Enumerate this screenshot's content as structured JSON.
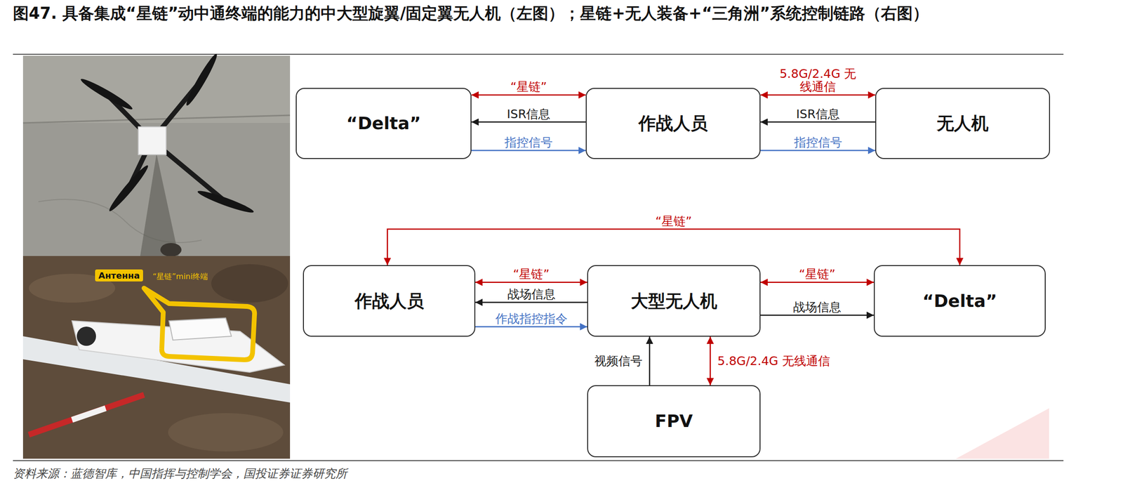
{
  "diagram": {
    "title": "图47. 具备集成“星链”动中通终端的能力的中大型旋翼/固定翼无人机（左图）；星链+无人装备+“三角洲”系统控制链路（右图）",
    "nodes": [
      {
        "text": [
          "“Delta”"
        ]
      },
      {
        "text": [
          "作战人员"
        ]
      },
      {
        "text": [
          "无人机"
        ]
      },
      {
        "text": [
          "作战人员"
        ]
      },
      {
        "text": [
          "大型无人机"
        ]
      },
      {
        "text": [
          "“Delta”"
        ]
      },
      {
        "text": [
          "FPV"
        ]
      }
    ],
    "edges": [
      {
        "from": 0,
        "to": 1,
        "arrow": "both",
        "label": "“星链”"
      },
      {
        "from": 1,
        "to": 0,
        "arrow": "to",
        "label": "ISR信息"
      },
      {
        "from": 0,
        "to": 1,
        "arrow": "to",
        "label": "指控信号"
      },
      {
        "from": 1,
        "to": 2,
        "arrow": "both",
        "label": "5.8G/2.4G 无线通信"
      },
      {
        "from": 2,
        "to": 1,
        "arrow": "to",
        "label": "ISR信息"
      },
      {
        "from": 1,
        "to": 2,
        "arrow": "to",
        "label": "指控信号"
      },
      {
        "from": 3,
        "to": 5,
        "arrow": "both",
        "label": "“星链”"
      },
      {
        "from": 3,
        "to": 4,
        "arrow": "both",
        "label": "“星链”"
      },
      {
        "from": 4,
        "to": 3,
        "arrow": "to",
        "label": "战场信息"
      },
      {
        "from": 3,
        "to": 4,
        "arrow": "to",
        "label": "作战指控指令"
      },
      {
        "from": 4,
        "to": 5,
        "arrow": "both",
        "label": "“星链”"
      },
      {
        "from": 4,
        "to": 5,
        "arrow": "to",
        "label": "战场信息"
      },
      {
        "from": 6,
        "to": 4,
        "arrow": "to",
        "label": "视频信号"
      },
      {
        "from": 4,
        "to": 6,
        "arrow": "both",
        "label": "5.8G/2.4G 无线通信"
      }
    ],
    "labels": [
      "Антенна",
      "“星链”mini终端",
      "资料来源：蓝德智库，中国指挥与控制学会，国投证券证券研究所"
    ]
  }
}
